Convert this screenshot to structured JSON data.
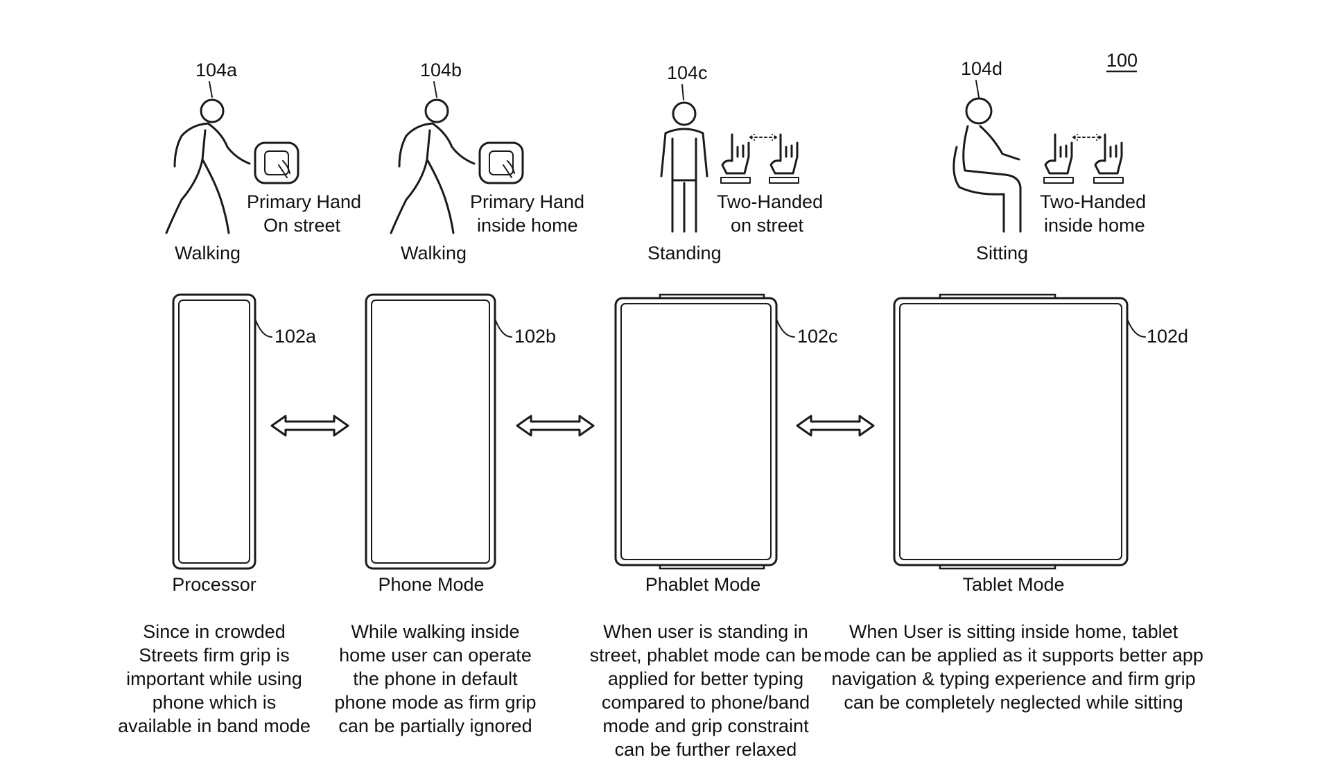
{
  "figure_number": "100",
  "users": [
    {
      "ref": "104a",
      "posture": "Walking",
      "grip_line1": "Primary Hand",
      "grip_line2": "On street"
    },
    {
      "ref": "104b",
      "posture": "Walking",
      "grip_line1": "Primary Hand",
      "grip_line2": "inside home"
    },
    {
      "ref": "104c",
      "posture": "Standing",
      "grip_line1": "Two-Handed",
      "grip_line2": "on street"
    },
    {
      "ref": "104d",
      "posture": "Sitting",
      "grip_line1": "Two-Handed",
      "grip_line2": "inside home"
    }
  ],
  "devices": [
    {
      "ref": "102a",
      "mode": "Processor",
      "description": [
        "Since in crowded",
        "Streets firm grip is",
        "important while using",
        "phone which is",
        "available in band mode"
      ]
    },
    {
      "ref": "102b",
      "mode": "Phone Mode",
      "description": [
        "While walking inside",
        "home user can operate",
        "the phone in default",
        "phone mode as firm grip",
        "can be partially ignored"
      ]
    },
    {
      "ref": "102c",
      "mode": "Phablet Mode",
      "description": [
        "When user is standing in",
        "street, phablet mode can be",
        "applied for better typing",
        "compared to phone/band",
        "mode and grip constraint",
        "can be further relaxed"
      ]
    },
    {
      "ref": "102d",
      "mode": "Tablet Mode",
      "description": [
        "When User is sitting inside home, tablet",
        "mode can be applied as it supports better app",
        "navigation & typing experience and firm grip",
        "can be completely neglected while sitting"
      ]
    }
  ],
  "colors": {
    "ink": "#1a1a1a",
    "paper": "#ffffff"
  }
}
